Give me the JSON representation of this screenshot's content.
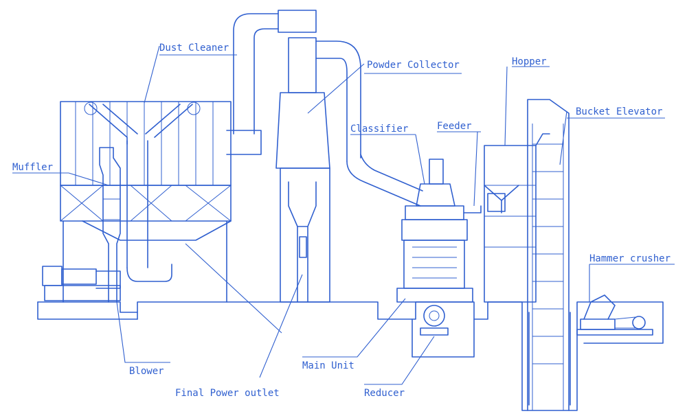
{
  "colors": {
    "ink": "#2f5fcf",
    "background": "#ffffff"
  },
  "labels": {
    "dust_cleaner": "Dust Cleaner",
    "powder_collector": "Powder Collector",
    "hopper": "Hopper",
    "bucket_elevator": "Bucket Elevator",
    "classifier": "Classifier",
    "feeder": "Feeder",
    "muffler": "Muffler",
    "hammer_crusher": "Hammer crusher",
    "blower": "Blower",
    "main_unit": "Main Unit",
    "final_power_outlet": "Final Power outlet",
    "reducer": "Reducer"
  }
}
